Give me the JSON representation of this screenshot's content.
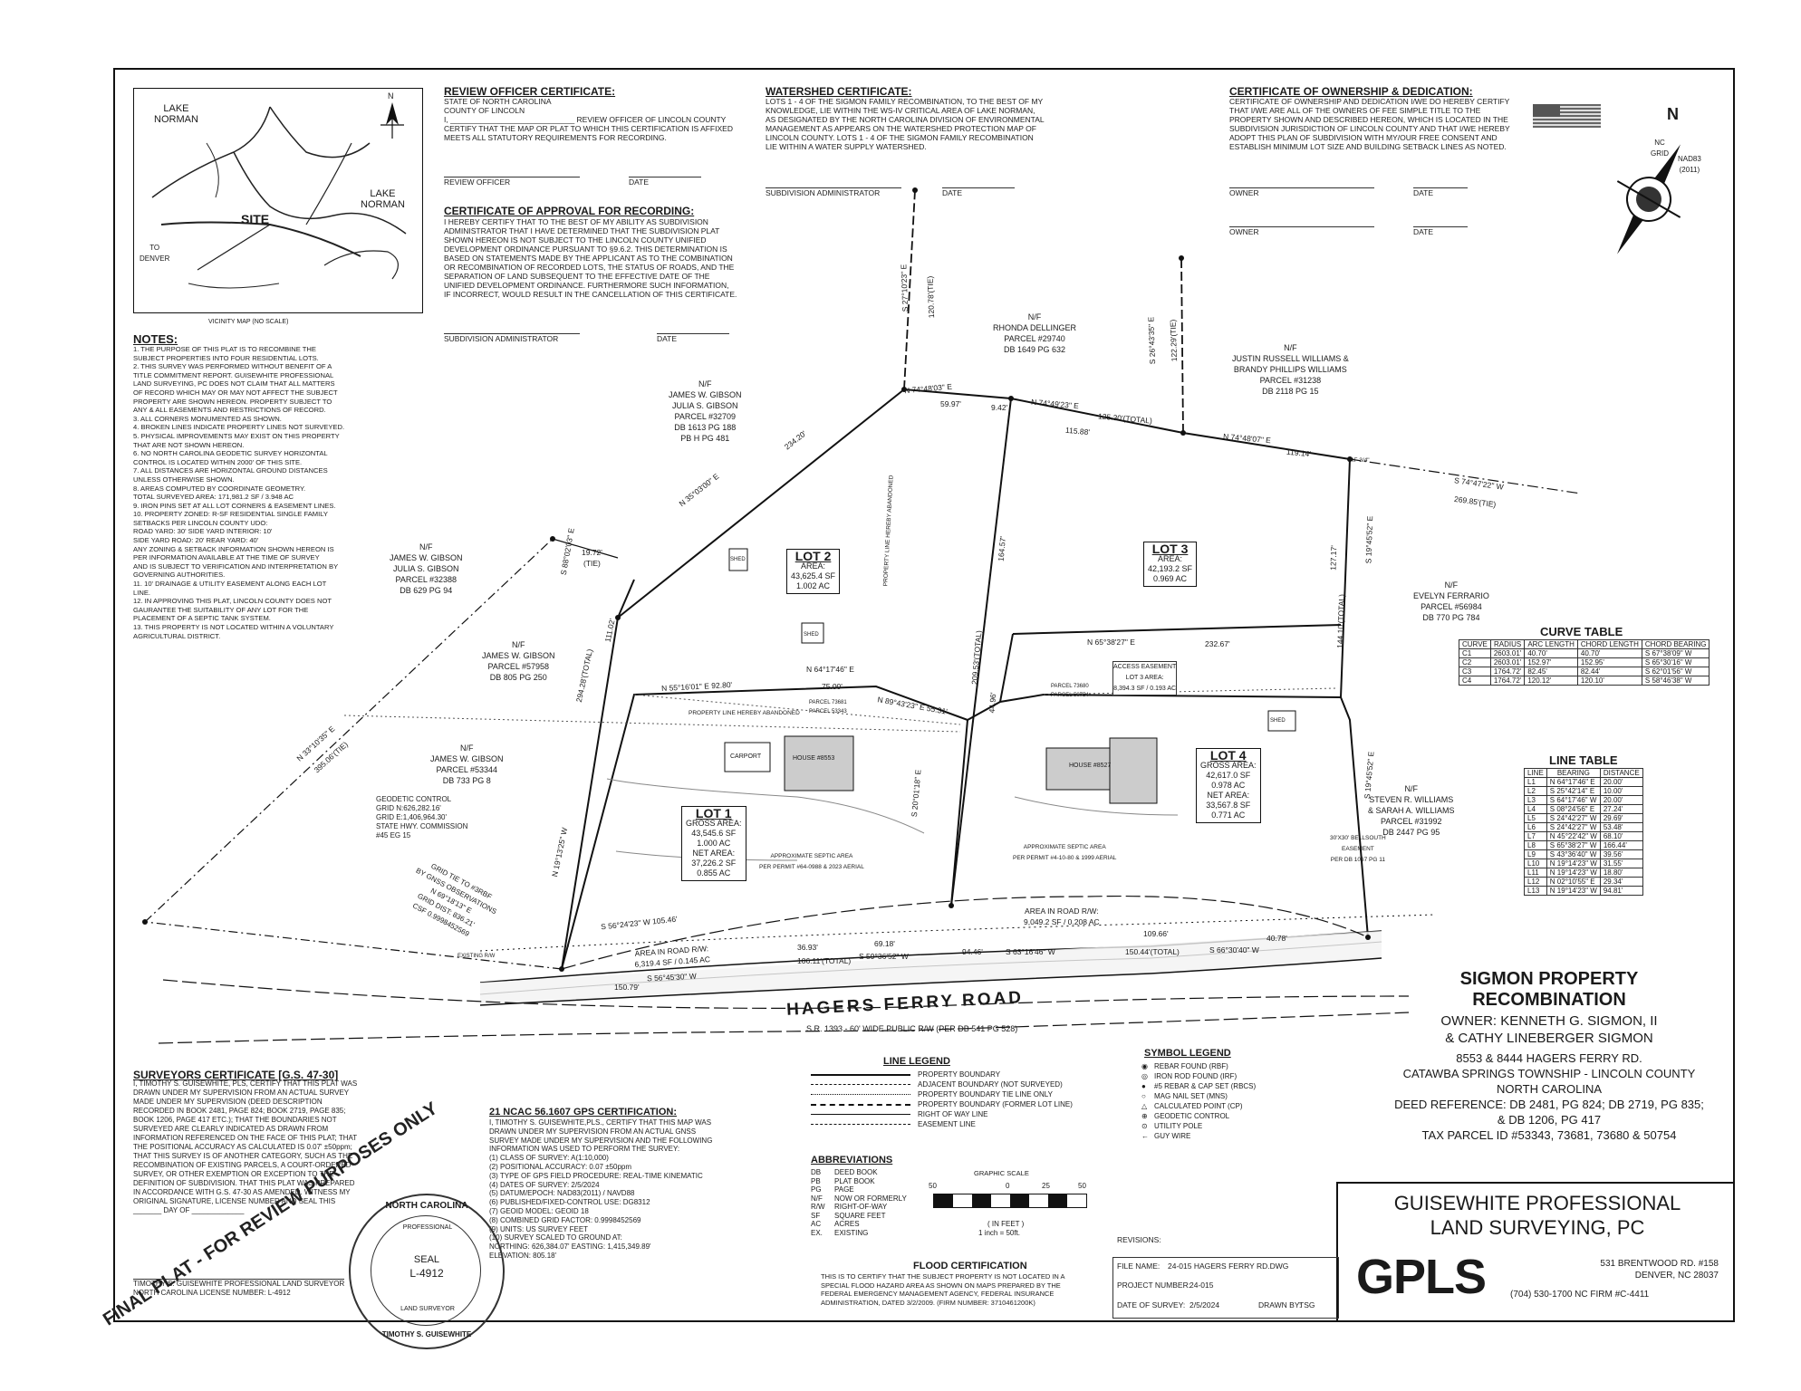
{
  "vicinity": {
    "lake_norman_1": "LAKE\nNORMAN",
    "lake_norman_2": "LAKE\nNORMAN",
    "site": "SITE",
    "to_denver": "TO\nDENVER",
    "north": "N",
    "caption": "VICINITY MAP (NO SCALE)"
  },
  "review_officer": {
    "title": "REVIEW OFFICER CERTIFICATE:",
    "body": "STATE OF NORTH CAROLINA\nCOUNTY OF LINCOLN\nI, _____________________________ REVIEW OFFICER OF LINCOLN COUNTY\nCERTIFY THAT THE MAP OR PLAT TO WHICH THIS CERTIFICATION IS AFFIXED\nMEETS ALL STATUTORY REQUIREMENTS FOR RECORDING.",
    "sig_left": "REVIEW OFFICER",
    "sig_right": "DATE"
  },
  "approval": {
    "title": "CERTIFICATE OF APPROVAL FOR RECORDING:",
    "body": "I HEREBY CERTIFY THAT TO THE BEST OF MY ABILITY AS SUBDIVISION\nADMINISTRATOR THAT I HAVE DETERMINED THAT THE SUBDIVISION PLAT\nSHOWN HEREON IS NOT SUBJECT TO THE LINCOLN COUNTY UNIFIED\nDEVELOPMENT ORDINANCE PURSUANT TO §9.6.2. THIS DETERMINATION IS\nBASED ON STATEMENTS MADE BY THE APPLICANT AS TO THE COMBINATION\nOR RECOMBINATION OF RECORDED LOTS, THE STATUS OF ROADS, AND THE\nSEPARATION OF LAND SUBSEQUENT TO THE EFFECTIVE DATE OF THE\nUNIFIED DEVELOPMENT ORDINANCE. FURTHERMORE SUCH INFORMATION,\nIF INCORRECT, WOULD RESULT IN THE CANCELLATION OF THIS CERTIFICATE.",
    "sig_left": "SUBDIVISION ADMINISTRATOR",
    "sig_right": "DATE"
  },
  "watershed": {
    "title": "WATERSHED CERTIFICATE:",
    "body": "LOTS 1 - 4 OF THE SIGMON FAMILY RECOMBINATION, TO THE BEST OF MY\nKNOWLEDGE, LIE WITHIN THE WS-IV CRITICAL AREA OF LAKE NORMAN,\nAS DESIGNATED BY THE NORTH CAROLINA DIVISION OF ENVIRONMENTAL\nMANAGEMENT AS APPEARS ON THE WATERSHED PROTECTION MAP OF\nLINCOLN COUNTY. LOTS 1 - 4 OF THE SIGMON FAMILY RECOMBINATION\nLIE WITHIN A WATER SUPPLY WATERSHED.",
    "sig_left": "SUBDIVISION ADMINISTRATOR",
    "sig_right": "DATE"
  },
  "ownership": {
    "title": "CERTIFICATE OF OWNERSHIP & DEDICATION:",
    "body": "CERTIFICATE OF OWNERSHIP AND DEDICATION I/WE DO HEREBY CERTIFY\nTHAT I/WE ARE ALL OF THE OWNERS OF FEE SIMPLE TITLE TO THE\nPROPERTY SHOWN AND DESCRIBED HEREON, WHICH IS LOCATED IN THE\nSUBDIVISION JURISDICTION OF LINCOLN COUNTY AND THAT I/WE HEREBY\nADOPT THIS PLAN OF SUBDIVISION WITH MY/OUR FREE CONSENT AND\nESTABLISH MINIMUM LOT SIZE AND BUILDING SETBACK LINES AS NOTED.",
    "owner1": "OWNER",
    "owner2": "OWNER",
    "date1": "DATE",
    "date2": "DATE"
  },
  "north_arrow": {
    "label": "N",
    "grid": "NC\nGRID",
    "datum": "NAD83\n(2011)"
  },
  "notes": {
    "title": "NOTES:",
    "body": "1. THE PURPOSE OF THIS PLAT IS TO RECOMBINE THE\n   SUBJECT PROPERTIES INTO FOUR RESIDENTIAL LOTS.\n2. THIS SURVEY WAS PERFORMED WITHOUT BENEFIT OF A\n   TITLE COMMITMENT REPORT. GUISEWHITE PROFESSIONAL\n   LAND SURVEYING, PC DOES NOT CLAIM THAT ALL MATTERS\n   OF RECORD WHICH MAY OR MAY NOT AFFECT THE SUBJECT\n   PROPERTY ARE SHOWN HEREON. PROPERTY SUBJECT TO\n   ANY & ALL EASEMENTS AND RESTRICTIONS OF RECORD.\n3. ALL CORNERS MONUMENTED AS SHOWN.\n4. BROKEN LINES INDICATE PROPERTY LINES NOT SURVEYED.\n5. PHYSICAL IMPROVEMENTS MAY EXIST ON THIS PROPERTY\n   THAT ARE NOT SHOWN HEREON.\n6. NO NORTH CAROLINA GEODETIC SURVEY HORIZONTAL\n   CONTROL IS LOCATED WITHIN 2000' OF THIS SITE.\n7. ALL DISTANCES ARE HORIZONTAL GROUND DISTANCES\n   UNLESS OTHERWISE SHOWN.\n8. AREAS COMPUTED BY COORDINATE GEOMETRY.\n   TOTAL SURVEYED AREA: 171,981.2 SF / 3.948 AC\n9. IRON PINS SET AT ALL LOT CORNERS & EASEMENT LINES.\n10. PROPERTY ZONED: R-SF RESIDENTIAL SINGLE FAMILY\n   SETBACKS PER LINCOLN COUNTY UDO:\n     ROAD YARD: 30'    SIDE YARD INTERIOR: 10'\n     SIDE YARD ROAD: 20'    REAR YARD: 40'\n   ANY ZONING & SETBACK INFORMATION SHOWN HEREON IS\n   PER INFORMATION AVAILABLE AT THE TIME OF SURVEY\n   AND IS SUBJECT TO VERIFICATION AND INTERPRETATION BY\n   GOVERNING AUTHORITIES.\n11. 10' DRAINAGE & UTILITY EASEMENT ALONG EACH LOT\n   LINE.\n12. IN APPROVING THIS PLAT, LINCOLN COUNTY DOES NOT\n   GAURANTEE THE SUITABILITY OF ANY LOT FOR THE\n   PLACEMENT OF A SEPTIC TANK SYSTEM.\n13. THIS PROPERTY IS NOT LOCATED WITHIN A VOLUNTARY\n   AGRICULTURAL DISTRICT."
  },
  "neighbors": {
    "gibson_top": "N/F\nJAMES W. GIBSON\nJULIA S. GIBSON\nPARCEL #32709\nDB 1613 PG 188\nPB H PG 481",
    "gibson_mid": "N/F\nJAMES W. GIBSON\nJULIA S. GIBSON\nPARCEL #32388\nDB 629 PG 94",
    "gibson_57958": "N/F\nJAMES W. GIBSON\nPARCEL #57958\nDB 805 PG 250",
    "gibson_53344": "N/F\nJAMES W. GIBSON\nPARCEL #53344\nDB 733 PG 8",
    "dellinger": "N/F\nRHONDA DELLINGER\nPARCEL #29740\nDB 1649 PG 632",
    "williams_justin": "N/F\nJUSTIN RUSSELL WILLIAMS &\nBRANDY PHILLIPS WILLIAMS\nPARCEL #31238\nDB 2118 PG 15",
    "ferrario": "N/F\nEVELYN FERRARIO\nPARCEL #56984\nDB 770 PG 784",
    "williams_steven": "N/F\nSTEVEN R. WILLIAMS\n& SARAH A. WILLIAMS\nPARCEL #31992\nDB 2447 PG 95"
  },
  "lots": {
    "lot1": {
      "name": "LOT 1",
      "text": "GROSS AREA:\n43,545.6 SF\n1.000 AC\nNET AREA:\n37,226.2 SF\n0.855 AC"
    },
    "lot2": {
      "name": "LOT 2",
      "text": "AREA:\n43,625.4 SF\n1.002 AC"
    },
    "lot3": {
      "name": "LOT 3",
      "text": "AREA:\n42,193.2 SF\n0.969 AC"
    },
    "lot4": {
      "name": "LOT 4",
      "text": "GROSS AREA:\n42,617.0 SF\n0.978 AC\nNET AREA:\n33,567.8 SF\n0.771 AC"
    }
  },
  "plat_labels": {
    "b1": "N 74°48'03\" E",
    "d1": "59.97'",
    "d1b": "9.42'",
    "b2": "N 74°49'23\" E",
    "d2": "125.30'(TOTAL)",
    "d2b": "115.88'",
    "b3": "N 74°48'07\" E",
    "d3": "119.14'",
    "b4": "S 74°47'22\" W",
    "d4": "269.85'(TIE)",
    "b5": "N 35°03'00\" E",
    "d5": "234.20'",
    "b6": "S 88°02'03\" E",
    "d6": "19.72'\n(TIE)",
    "b7": "N 55°16'01\" E  92.80'",
    "b8": "N 64°17'46\" E",
    "d8": "75.00'",
    "b9": "N 65°38'27\" E",
    "d9": "232.67'",
    "b10": "S 19°45'52\" E",
    "b11": "S 19°45'52\" E",
    "d12": "144.10'(TOTAL)",
    "d12b": "127.17'",
    "b13": "N 33°10'35\" E",
    "d13": "395.06'(TIE)",
    "b14": "N 19°13'25\" W",
    "d14": "294.28'(TOTAL)",
    "d14b": "111.02'",
    "b15": "S 56°24'23\" W  105.46'",
    "b16": "S 56°45'30\" W",
    "d16": "150.79'",
    "b17": "S 59°36'52\" W",
    "d17": "106.11'(TOTAL)",
    "d17b": "36.93'",
    "d17c": "69.18'",
    "b18": "S 63°16'46\" W",
    "d18": "94.46'",
    "d18b": "150.44'(TOTAL)",
    "b19": "S 66°30'40\" W",
    "d19": "40.78'",
    "d19b": "109.66'",
    "b20": "S 20°01'18\" E",
    "d20": "164.57'",
    "d20b": "209.53'(TOTAL)",
    "d20c": "44.96'",
    "b21": "S 27°10'23\" E",
    "d21": "120.78'(TIE)",
    "b22": "S 26°43'35\" E",
    "d22": "122.29'(TIE)",
    "b23": "N 89°43'23\" E  55.31'",
    "area_road_1": "AREA IN ROAD R/W:\n6,319.4 SF / 0.145 AC",
    "area_road_2": "AREA IN ROAD R/W:\n9,049.2 SF / 0.208 AC",
    "house1": "HOUSE #8553",
    "house2": "HOUSE #8527",
    "carport": "CARPORT",
    "shed1": "SHED",
    "shed2": "SHED",
    "shed3": "SHED",
    "septic1": "APPROXIMATE SEPTIC AREA\nPER PERMIT #64-0988 & 2023 AERIAL",
    "septic2": "APPROXIMATE SEPTIC AREA\nPER PERMIT #4-10-80 & 1999 AERIAL",
    "abandoned1": "PROPERTY LINE HEREBY ABANDONED",
    "abandoned2": "PROPERTY LINE HEREBY ABANDONED",
    "access_easement": "ACCESS EASEMENT\nLOT 3 AREA:\n8,394.3 SF / 0.193 AC",
    "geodetic": "GEODETIC CONTROL\nGRID N:626,282.16'\nGRID E:1,406,964.30'\nSTATE HWY. COMMISSION\n#45 EG 15",
    "grid_tie": "GRID TIE TO #3RBF\nBY GNSS OBSERVATIONS\nN 69°18'13\" E\nGRID DIST: 836.21'\nCSF 0.9998452569",
    "existing_rw": "EXISTING R/W",
    "irf34": "IRF 3/4\"",
    "parcel_73681": "PARCEL 73681",
    "parcel_53343": "PARCEL 53343",
    "parcel_73680": "PARCEL 73680",
    "parcel_50754": "PARCEL 50754",
    "bellsouth": "30'X30' BELLSOUTH\nEASEMENT\nPER DB 1067 PG 11"
  },
  "road": {
    "name": "HAGERS FERRY ROAD",
    "sub": "S.R. 1393 - 60' WIDE PUBLIC R/W (PER DB 541 PG 528)"
  },
  "curve_table": {
    "title": "CURVE TABLE",
    "headers": [
      "CURVE",
      "RADIUS",
      "ARC LENGTH",
      "CHORD LENGTH",
      "CHORD BEARING"
    ],
    "rows": [
      [
        "C1",
        "2603.01'",
        "40.70'",
        "40.70'",
        "S 67°38'09\" W"
      ],
      [
        "C2",
        "2603.01'",
        "152.97'",
        "152.95'",
        "S 65°30'16\" W"
      ],
      [
        "C3",
        "1764.72'",
        "82.45'",
        "82.44'",
        "S 62°01'56\" W"
      ],
      [
        "C4",
        "1764.72'",
        "120.12'",
        "120.10'",
        "S 58°46'38\" W"
      ]
    ]
  },
  "line_table": {
    "title": "LINE TABLE",
    "headers": [
      "LINE",
      "BEARING",
      "DISTANCE"
    ],
    "rows": [
      [
        "L1",
        "N 64°17'46\" E",
        "20.00'"
      ],
      [
        "L2",
        "S 25°42'14\" E",
        "10.00'"
      ],
      [
        "L3",
        "S 64°17'46\" W",
        "20.00'"
      ],
      [
        "L4",
        "S 08°24'56\" E",
        "27.24'"
      ],
      [
        "L5",
        "S 24°42'27\" W",
        "29.69'"
      ],
      [
        "L6",
        "S 24°42'27\" W",
        "53.48'"
      ],
      [
        "L7",
        "N 45°22'42\" W",
        "68.10'"
      ],
      [
        "L8",
        "S 65°38'27\" W",
        "166.44'"
      ],
      [
        "L9",
        "S 43°36'40\" W",
        "39.56'"
      ],
      [
        "L10",
        "N 19°14'23\" W",
        "31.55'"
      ],
      [
        "L11",
        "N 19°14'23\" W",
        "18.80'"
      ],
      [
        "L12",
        "N 02°10'55\" E",
        "29.34'"
      ],
      [
        "L13",
        "N 19°14'23\" W",
        "94.81'"
      ]
    ]
  },
  "title_block": {
    "project": "SIGMON PROPERTY\nRECOMBINATION",
    "owner": "OWNER: KENNETH G. SIGMON, II\n& CATHY LINEBERGER SIGMON",
    "address": "8553 & 8444 HAGERS FERRY RD.\nCATAWBA SPRINGS TOWNSHIP - LINCOLN COUNTY\nNORTH CAROLINA\nDEED REFERENCE: DB 2481, PG 824; DB 2719, PG 835;\n& DB 1206, PG 417\nTAX PARCEL ID #53343, 73681, 73680 & 50754"
  },
  "firm": {
    "name": "GUISEWHITE PROFESSIONAL\nLAND SURVEYING, PC",
    "logo": "GPLS",
    "address": "531 BRENTWOOD RD. #158\nDENVER, NC 28037",
    "phone": "(704) 530-1700   NC FIRM #C-4411"
  },
  "line_legend": {
    "title": "LINE LEGEND",
    "items": [
      "PROPERTY BOUNDARY",
      "ADJACENT BOUNDARY (NOT SURVEYED)",
      "PROPERTY BOUNDARY TIE LINE ONLY",
      "PROPERTY BOUNDARY (FORMER LOT LINE)",
      "RIGHT OF WAY LINE",
      "EASEMENT LINE"
    ]
  },
  "symbol_legend": {
    "title": "SYMBOL LEGEND",
    "items": [
      "REBAR FOUND (RBF)",
      "IRON ROD FOUND (IRF)",
      "#5 REBAR & CAP SET (RBCS)",
      "MAG NAIL SET (MNS)",
      "CALCULATED POINT (CP)",
      "GEODETIC CONTROL",
      "UTILITY POLE",
      "GUY WIRE"
    ]
  },
  "abbreviations": {
    "title": "ABBREVIATIONS",
    "items": [
      [
        "DB",
        "DEED BOOK"
      ],
      [
        "PB",
        "PLAT BOOK"
      ],
      [
        "PG",
        "PAGE"
      ],
      [
        "N/F",
        "NOW OR FORMERLY"
      ],
      [
        "R/W",
        "RIGHT-OF-WAY"
      ],
      [
        "SF",
        "SQUARE FEET"
      ],
      [
        "AC",
        "ACRES"
      ],
      [
        "EX.",
        "EXISTING"
      ]
    ]
  },
  "scale": {
    "title": "GRAPHIC SCALE",
    "t0": "50",
    "t1": "0",
    "t2": "25",
    "t3": "50",
    "unit": "( IN FEET )",
    "ratio": "1 inch =   50ft."
  },
  "flood": {
    "title": "FLOOD CERTIFICATION",
    "body": "THIS IS TO CERTIFY THAT THE SUBJECT PROPERTY IS NOT LOCATED IN A\nSPECIAL FLOOD HAZARD AREA AS SHOWN ON MAPS PREPARED BY THE\nFEDERAL EMERGENCY MANAGEMENT AGENCY, FEDERAL INSURANCE\nADMINISTRATION, DATED 3/2/2009. (FIRM NUMBER: 3710461200K)"
  },
  "revisions": "REVISIONS:",
  "file_info": {
    "file_label": "FILE NAME:",
    "file_value": "24-015 HAGERS FERRY RD.DWG",
    "proj_label": "PROJECT NUMBER:",
    "proj_value": "24-015",
    "date_label": "DATE OF SURVEY:",
    "date_value": "2/5/2024",
    "drawn_label": "DRAWN BY:",
    "drawn_value": "TSG"
  },
  "surveyor": {
    "title": "SURVEYORS CERTIFICATE [G.S. 47-30]",
    "body": "I, TIMOTHY S. GUISEWHITE, PLS, CERTIFY THAT THIS PLAT WAS\nDRAWN UNDER MY SUPERVISION FROM AN ACTUAL SURVEY\nMADE UNDER MY SUPERVISION (DEED DESCRIPTION\nRECORDED IN BOOK 2481, PAGE 824; BOOK 2719, PAGE 835;\nBOOK 1206, PAGE 417 ETC.); THAT THE BOUNDARIES NOT\nSURVEYED ARE CLEARLY INDICATED AS DRAWN FROM\nINFORMATION REFERENCED ON THE FACE OF THIS PLAT; THAT\nTHE POSITIONAL ACCURACY AS CALCULATED IS 0.07' ±50ppm;\nTHAT THIS SURVEY IS OF ANOTHER CATEGORY, SUCH AS THE\nRECOMBINATION OF EXISTING PARCELS, A COURT-ORDERED\nSURVEY, OR OTHER EXEMPTION OR EXCEPTION TO THE\nDEFINITION OF SUBDIVISION. THAT THIS PLAT WAS PREPARED\nIN ACCORDANCE WITH G.S. 47-30 AS AMENDED. WITNESS MY\nORIGINAL SIGNATURE, LICENSE NUMBER AND SEAL THIS\n_______ DAY OF _____________",
    "signer": "TIMOTHY S. GUISEWHITE   PROFESSIONAL LAND SURVEYOR\nNORTH CAROLINA LICENSE NUMBER: L-4912"
  },
  "gps": {
    "title": "21 NCAC 56.1607 GPS CERTIFICATION:",
    "body": "I, TIMOTHY S. GUISEWHITE,PLS., CERTIFY THAT THIS MAP WAS\nDRAWN UNDER MY SUPERVISION FROM AN ACTUAL GNSS\nSURVEY MADE UNDER MY SUPERVISION AND THE FOLLOWING\nINFORMATION WAS USED TO PERFORM THE SURVEY:\n(1)  CLASS OF SURVEY: A(1:10,000)\n(2)  POSITIONAL ACCURACY: 0.07 ±50ppm\n(3)  TYPE OF GPS FIELD PROCEDURE: REAL-TIME KINEMATIC\n(4)  DATES OF SURVEY: 2/5/2024\n(5)  DATUM/EPOCH: NAD83(2011) / NAVD88\n(6)  PUBLISHED/FIXED-CONTROL USE: DG8312\n(7)  GEOID MODEL: GEOID 18\n(8)  COMBINED GRID FACTOR: 0.9998452569\n(9)  UNITS: US SURVEY FEET\n(10) SURVEY SCALED TO GROUND AT:\n       NORTHING: 626,384.07'  EASTING: 1,415,349.89'\n       ELEVATION: 805.18'"
  },
  "seal": {
    "state": "NORTH CAROLINA",
    "prof": "PROFESSIONAL",
    "seal": "SEAL",
    "num": "L-4912",
    "name": "TIMOTHY S. GUISEWHITE",
    "ls": "LAND SURVEYOR"
  },
  "watermark": "FINAL PLAT - FOR REVIEW PURPOSES ONLY"
}
